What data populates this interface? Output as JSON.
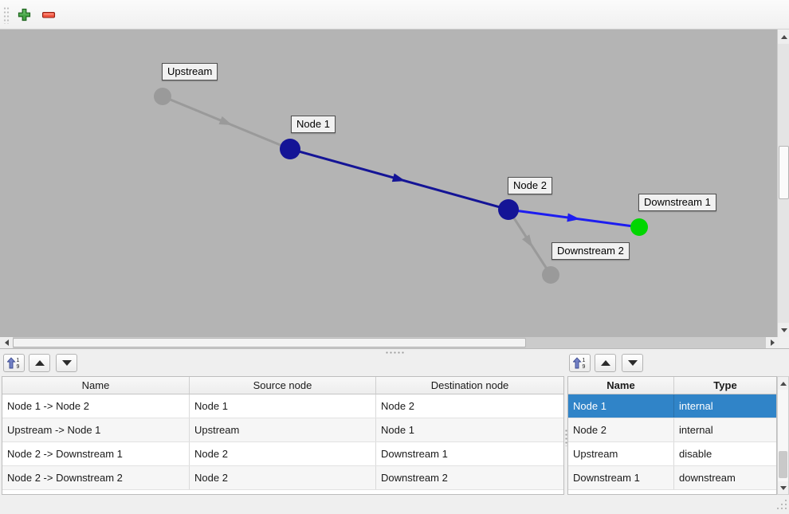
{
  "colors": {
    "canvas_bg": "#b4b4b4",
    "selection": "#3084c8",
    "node_internal": "#141496",
    "node_downstream": "#00d600",
    "node_disable": "#9a9a9a",
    "edge_highlight": "#1d1df0",
    "edge_plain": "#9a9a9a"
  },
  "icons": {
    "sort_top_digit": "1",
    "sort_bottom_digit": "9"
  },
  "graph": {
    "nodes": [
      {
        "label": "Upstream",
        "color": "#9a9a9a"
      },
      {
        "label": "Node 1",
        "color": "#141496"
      },
      {
        "label": "Node 2",
        "color": "#141496"
      },
      {
        "label": "Downstream 1",
        "color": "#00d600"
      },
      {
        "label": "Downstream 2",
        "color": "#9a9a9a"
      }
    ],
    "edges": [
      {
        "name": "Upstream -> Node 1",
        "color": "#9a9a9a"
      },
      {
        "name": "Node 1 -> Node 2",
        "color": "#141496"
      },
      {
        "name": "Node 2 -> Downstream 1",
        "color": "#1d1df0"
      },
      {
        "name": "Node 2 -> Downstream 2",
        "color": "#9a9a9a"
      }
    ]
  },
  "edges_table": {
    "headers": [
      "Name",
      "Source node",
      "Destination node"
    ],
    "rows": [
      [
        "Node 1 -> Node 2",
        "Node 1",
        "Node 2"
      ],
      [
        "Upstream -> Node 1",
        "Upstream",
        "Node 1"
      ],
      [
        "Node 2 -> Downstream 1",
        "Node 2",
        "Downstream 1"
      ],
      [
        "Node 2 -> Downstream 2",
        "Node 2",
        "Downstream 2"
      ]
    ]
  },
  "nodes_table": {
    "headers": [
      "Name",
      "Type"
    ],
    "rows": [
      {
        "name": "Node 1",
        "type": "internal"
      },
      {
        "name": "Node 2",
        "type": "internal"
      },
      {
        "name": "Upstream",
        "type": "disable"
      },
      {
        "name": "Downstream 1",
        "type": "downstream"
      }
    ],
    "selected_row_index": 0
  }
}
